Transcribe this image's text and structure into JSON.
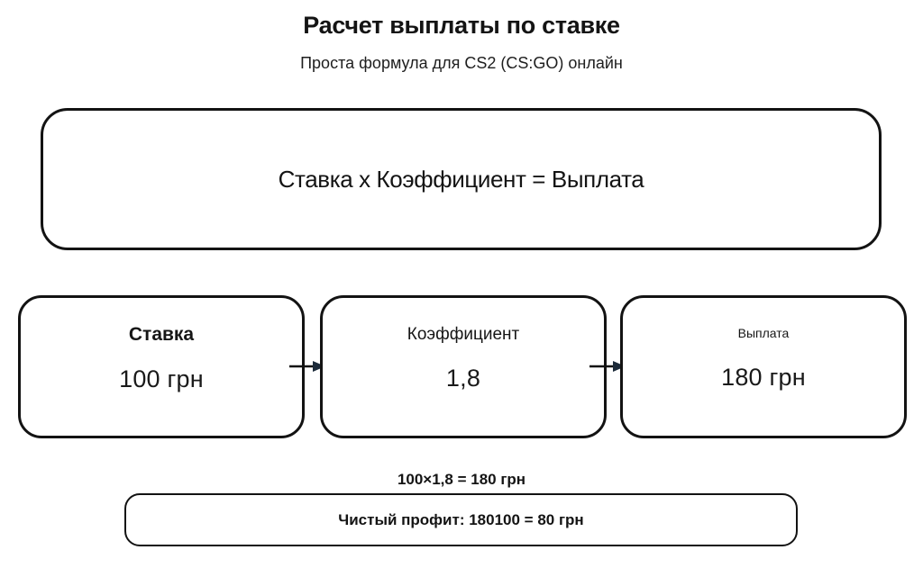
{
  "header": {
    "title": "Расчет выплаты по ставке",
    "subtitle": "Проста формула для CS2 (CS:GO) онлайн"
  },
  "formula_box": {
    "text": "Ставка x Коэффициент = Выплата"
  },
  "steps": [
    {
      "label": "Ставка",
      "value": "100 грн"
    },
    {
      "label": "Коэффициент",
      "value": "1,8"
    },
    {
      "label": "Выплата",
      "value": "180 грн"
    }
  ],
  "calculation": {
    "equation": "100×1,8 = 180 грн"
  },
  "profit_box": {
    "text": "Чистый профит: 180100 = 80 грн"
  },
  "colors": {
    "background": "#ffffff",
    "border": "#131313",
    "text": "#141414",
    "arrow_line": "#111111",
    "arrow_head": "#1c2b3a"
  }
}
